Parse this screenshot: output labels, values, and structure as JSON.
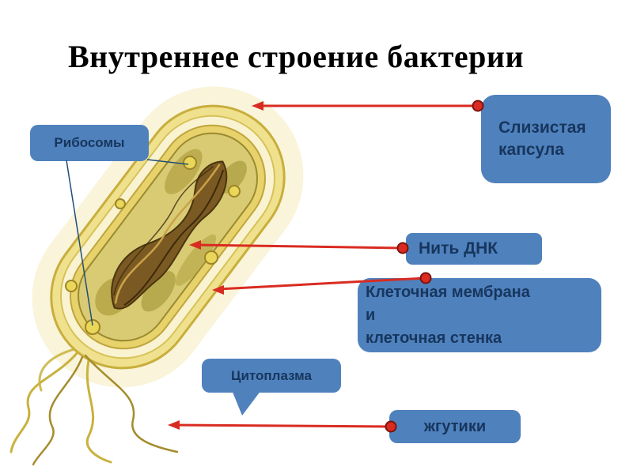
{
  "title": "Внутреннее строение бактерии",
  "labels": {
    "ribosomes": "Рибосомы",
    "capsule": {
      "lines": [
        "Слизистая",
        "капсула"
      ]
    },
    "dna": "Нить ДНК",
    "membrane": {
      "lines": [
        "Клеточная мембрана",
        "и",
        "клеточная стенка"
      ]
    },
    "cytoplasm": "Цитоплазма",
    "flagella": "жгутики"
  },
  "colors": {
    "label_box": "#4f81bd",
    "label_text": "#17365d",
    "arrow_red": "#d92b21",
    "title_text": "#000000",
    "cell_yellow": "#f0e18e",
    "nucleoid_brown": "#7a5a22"
  },
  "illustration": "bacterium-cross-section"
}
